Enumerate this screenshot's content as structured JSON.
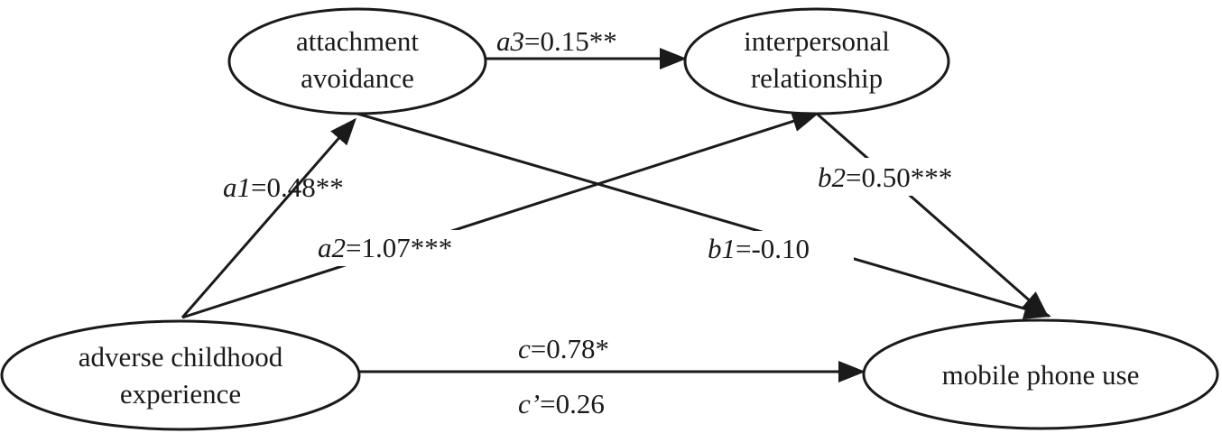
{
  "nodes": {
    "attachment_avoidance": {
      "lines": [
        "attachment",
        "avoidance"
      ]
    },
    "interpersonal_relationship": {
      "lines": [
        "interpersonal",
        "relationship"
      ]
    },
    "adverse_childhood_experience": {
      "lines": [
        "adverse childhood",
        "experience"
      ]
    },
    "mobile_phone_use": {
      "lines": [
        "mobile phone use"
      ]
    }
  },
  "paths": {
    "a1": {
      "name": "a1",
      "value": "=0.48**"
    },
    "a2": {
      "name": "a2",
      "value": "=1.07***"
    },
    "a3": {
      "name": "a3",
      "value": "=0.15**"
    },
    "b1": {
      "name": "b1",
      "value": "=-0.10"
    },
    "b2": {
      "name": "b2",
      "value": "=0.50***"
    },
    "c": {
      "name": "c",
      "value": "=0.78*"
    },
    "c_prime": {
      "name": "c’",
      "value": "=0.26"
    }
  }
}
